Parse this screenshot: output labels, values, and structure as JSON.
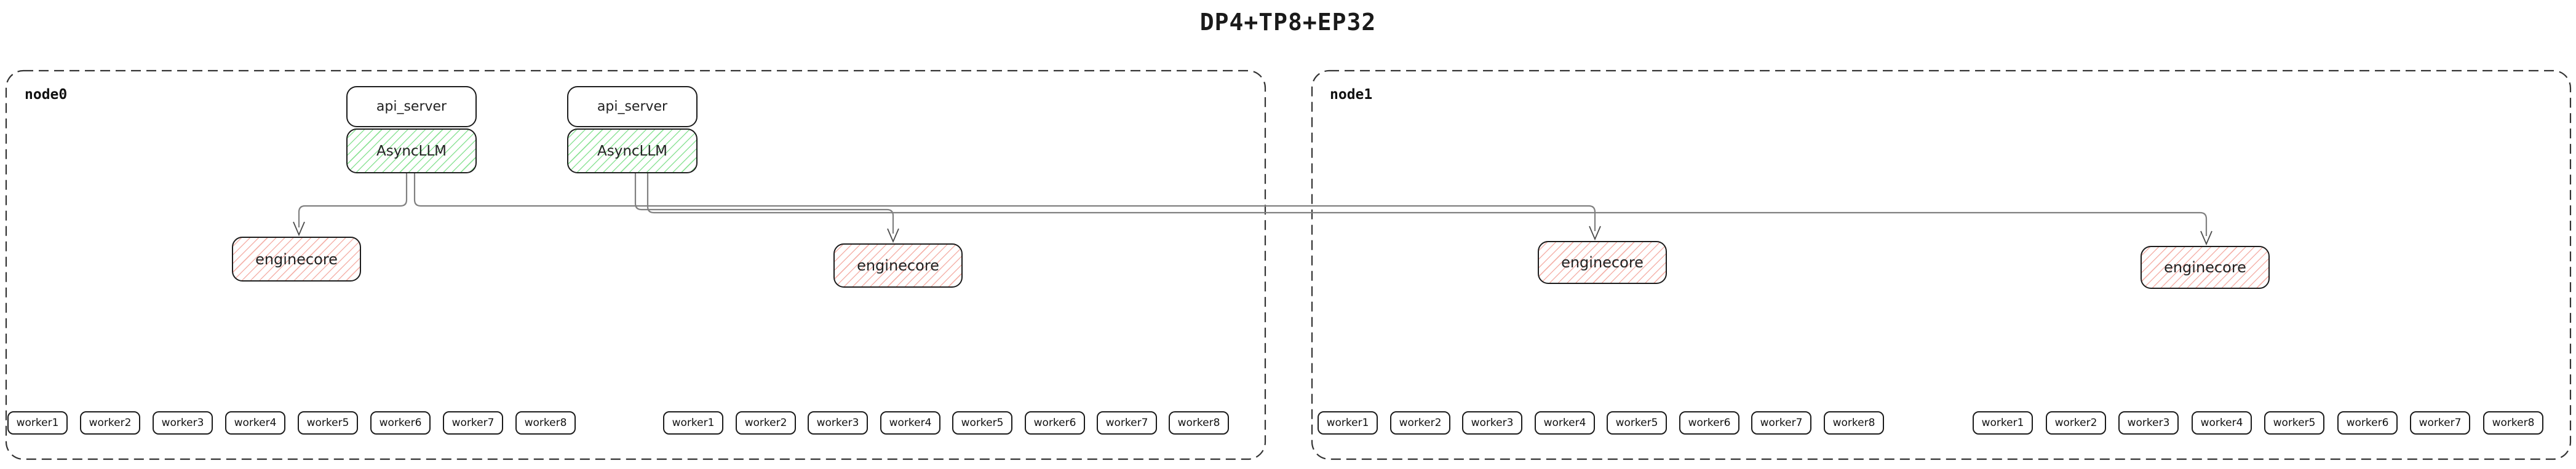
{
  "title": "DP4+TP8+EP32",
  "colors": {
    "async_hatch": "#8ee398",
    "engine_hatch": "#f5b3ab",
    "connector": "#808080",
    "arrowhead": "#4a4a4a",
    "node_border": "#333333",
    "box_border": "#1c1c1c"
  },
  "nodes": [
    {
      "label": "node0",
      "api_servers": [
        {
          "label": "api_server",
          "sublabel": "AsyncLLM"
        },
        {
          "label": "api_server",
          "sublabel": "AsyncLLM"
        }
      ],
      "enginecores": [
        "enginecore",
        "enginecore"
      ],
      "worker_groups": [
        [
          "worker1",
          "worker2",
          "worker3",
          "worker4",
          "worker5",
          "worker6",
          "worker7",
          "worker8"
        ],
        [
          "worker1",
          "worker2",
          "worker3",
          "worker4",
          "worker5",
          "worker6",
          "worker7",
          "worker8"
        ]
      ]
    },
    {
      "label": "node1",
      "api_servers": [],
      "enginecores": [
        "enginecore",
        "enginecore"
      ],
      "worker_groups": [
        [
          "worker1",
          "worker2",
          "worker3",
          "worker4",
          "worker5",
          "worker6",
          "worker7",
          "worker8"
        ],
        [
          "worker1",
          "worker2",
          "worker3",
          "worker4",
          "worker5",
          "worker6",
          "worker7",
          "worker8"
        ]
      ]
    }
  ]
}
